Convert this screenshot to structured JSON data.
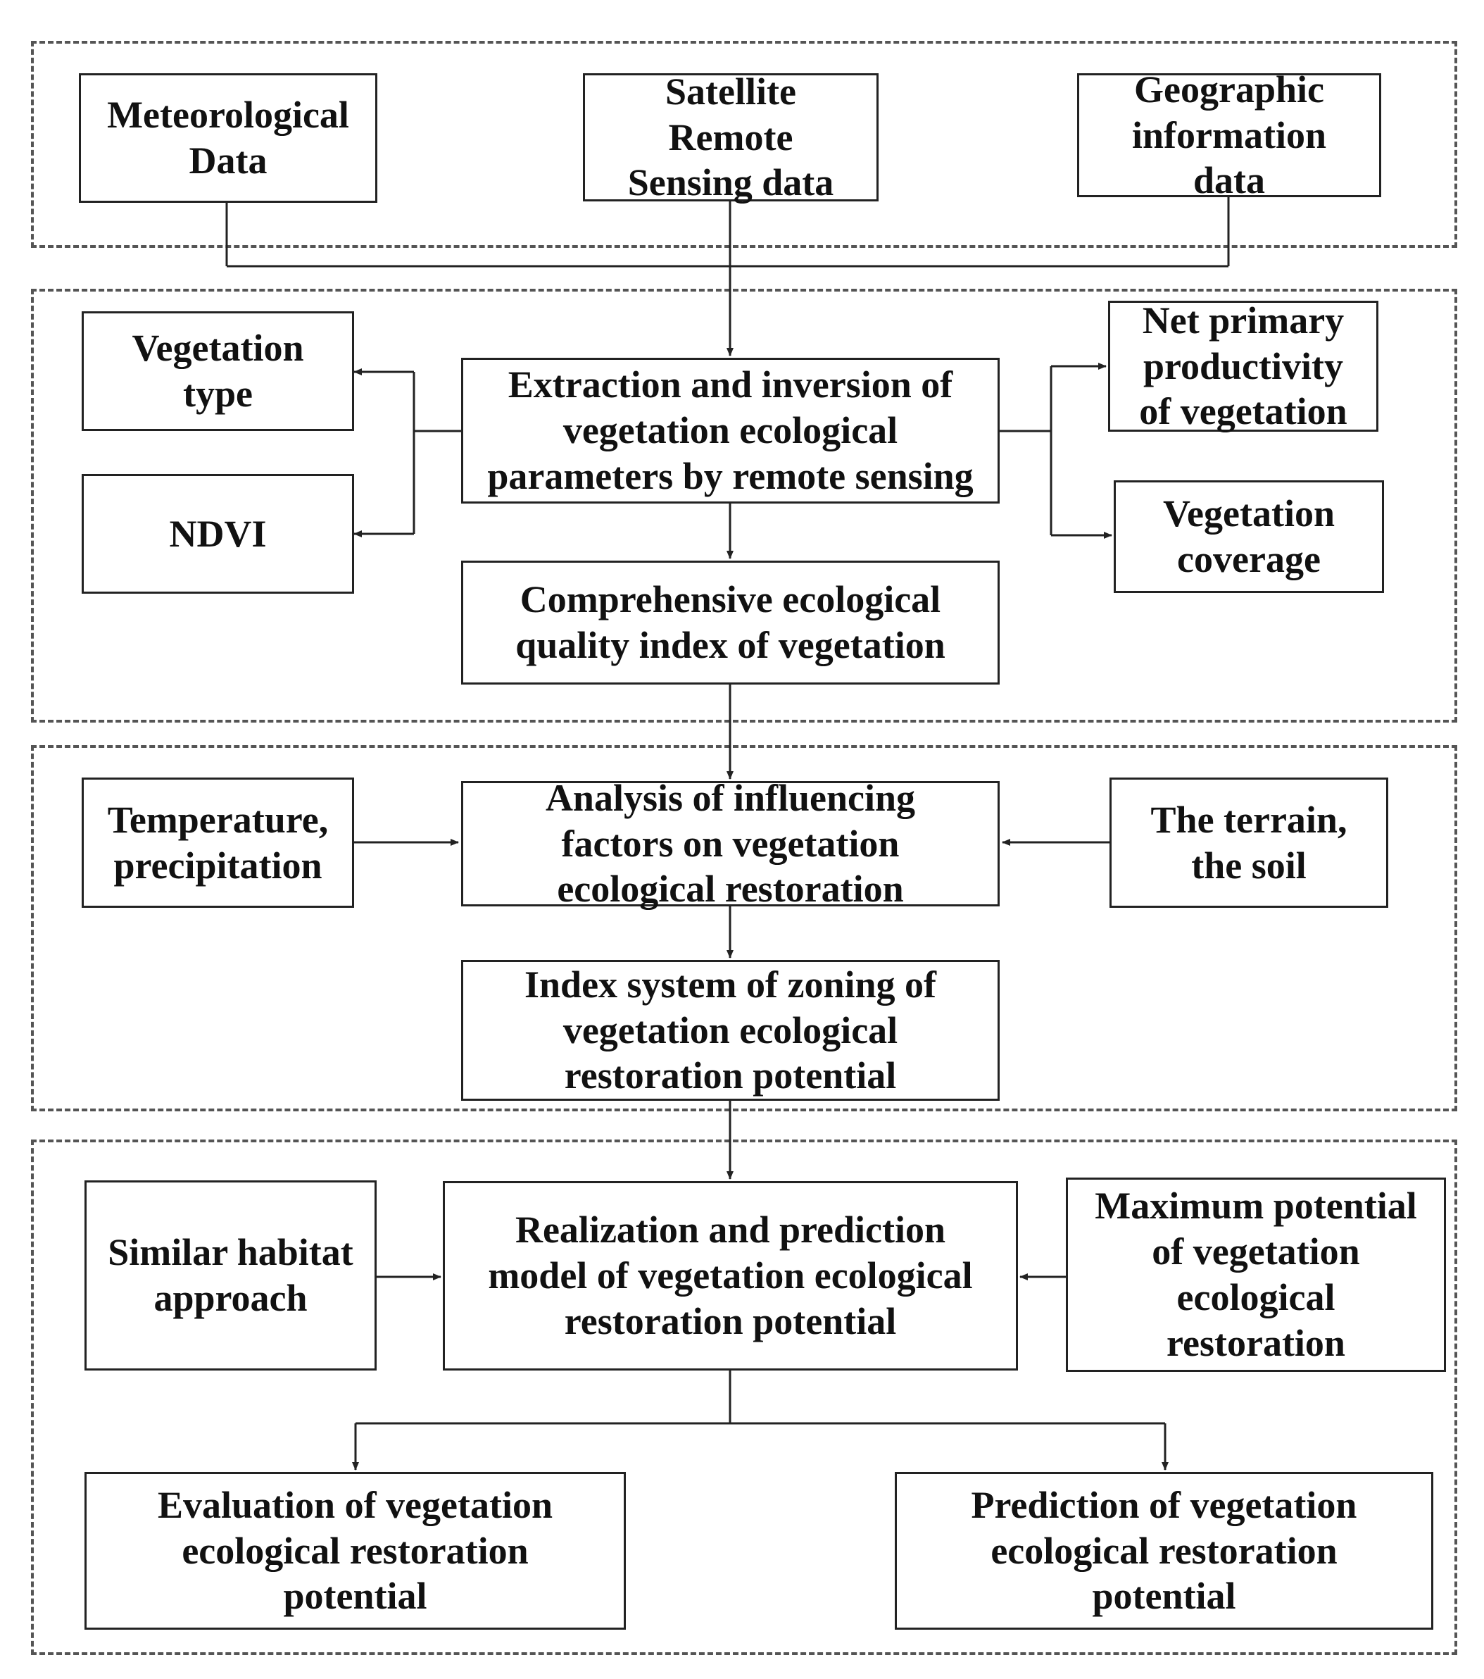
{
  "colors": {
    "line": "#222222",
    "panel_border": "#555555",
    "background": "#ffffff"
  },
  "panels": [
    {
      "id": "data-sources"
    },
    {
      "id": "parameter-inversion"
    },
    {
      "id": "influencing-factors"
    },
    {
      "id": "potential-modeling"
    }
  ],
  "boxes": {
    "meteorological_data": "Meteorological\nData",
    "satellite_remote_sensing": "Satellite\nRemote\nSensing data",
    "geographic_information": "Geographic\ninformation\ndata",
    "vegetation_type": "Vegetation\ntype",
    "ndvi": "NDVI",
    "extraction_inversion": "Extraction and inversion of\nvegetation ecological\nparameters by remote sensing",
    "net_primary_productivity": "Net primary\nproductivity\nof vegetation",
    "vegetation_coverage": "Vegetation\ncoverage",
    "comprehensive_index": "Comprehensive ecological\nquality index of vegetation",
    "temperature_precipitation": "Temperature,\nprecipitation",
    "influencing_factors": "Analysis of influencing\nfactors on vegetation\necological restoration",
    "terrain_soil": "The terrain,\nthe soil",
    "index_system": "Index system of zoning of\nvegetation ecological\nrestoration potential",
    "similar_habitat": "Similar habitat\napproach",
    "prediction_model": "Realization and prediction\nmodel of vegetation ecological\nrestoration potential",
    "maximum_potential": "Maximum potential\nof vegetation\necological\nrestoration",
    "evaluation": "Evaluation of vegetation\necological restoration\npotential",
    "prediction": "Prediction of vegetation\necological restoration\npotential"
  }
}
